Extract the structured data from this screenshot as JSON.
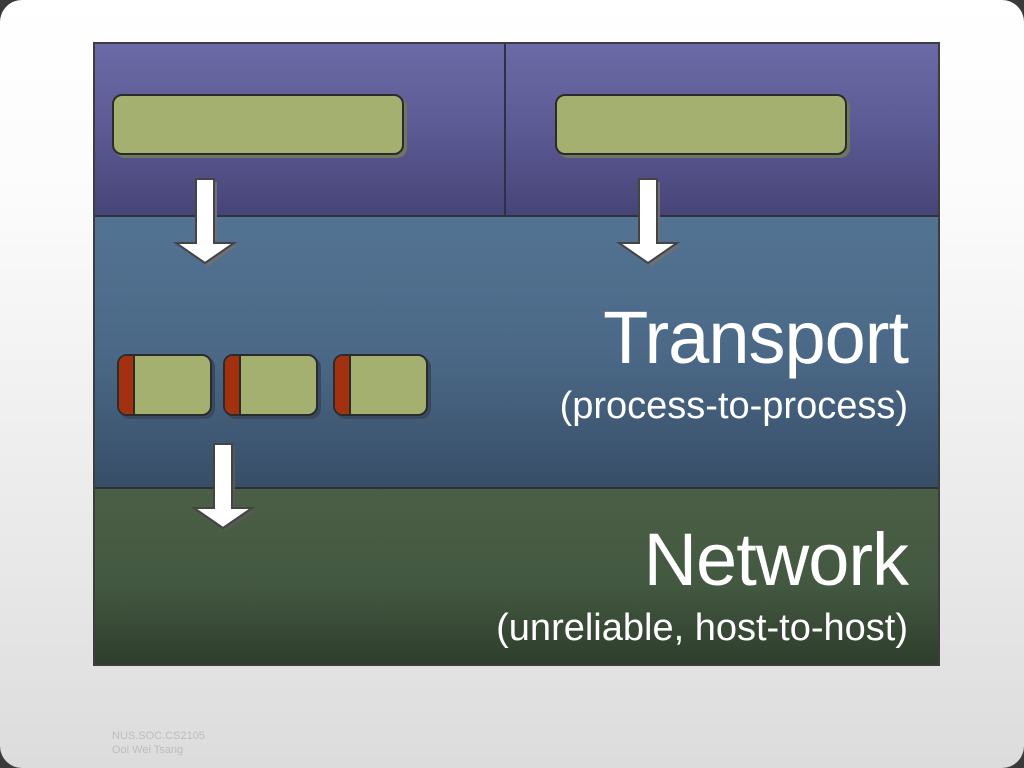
{
  "transport": {
    "title": "Transport",
    "subtitle": "(process-to-process)"
  },
  "network": {
    "title": "Network",
    "subtitle": "(unreliable, host-to-host)"
  },
  "footer": {
    "line1": "NUS.SOC.CS2105",
    "line2": "Ooi Wei Tsang"
  },
  "colors": {
    "application_layer": "#5d5c96",
    "transport_layer": "#4b6987",
    "network_layer": "#435840",
    "data_block": "#a4b070",
    "segment_header": "#a3300e"
  },
  "icons": {
    "arrow": "down-arrow-icon"
  }
}
